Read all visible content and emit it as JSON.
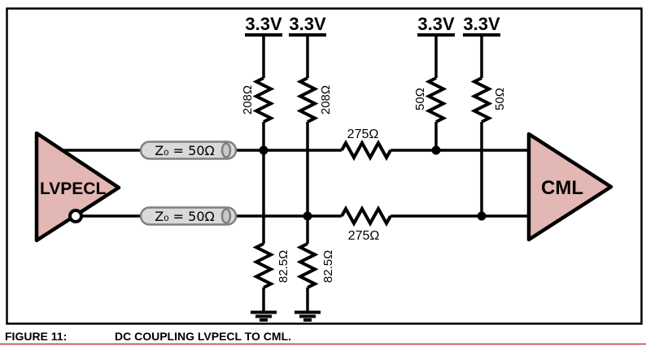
{
  "figure": {
    "label": "FIGURE 11:",
    "title": "DC COUPLING LVPECL TO CML."
  },
  "devices": {
    "source": "LVPECL",
    "load": "CML"
  },
  "supplies": [
    "3.3V",
    "3.3V",
    "3.3V",
    "3.3V"
  ],
  "resistors": {
    "pullup_left_1": "208Ω",
    "pullup_left_2": "208Ω",
    "pullup_right_1": "50Ω",
    "pullup_right_2": "50Ω",
    "series_upper": "275Ω",
    "series_lower": "275Ω",
    "pulldown_1": "82.5Ω",
    "pulldown_2": "82.5Ω"
  },
  "transmission_lines": {
    "upper": "Z₀ = 50Ω",
    "lower": "Z₀ = 50Ω"
  },
  "colors": {
    "device_fill": "#e3b7b3",
    "tline_fill": "#d9d9d9",
    "tline_end_fill": "#c9c9c9",
    "caption_rule": "#c24040"
  }
}
